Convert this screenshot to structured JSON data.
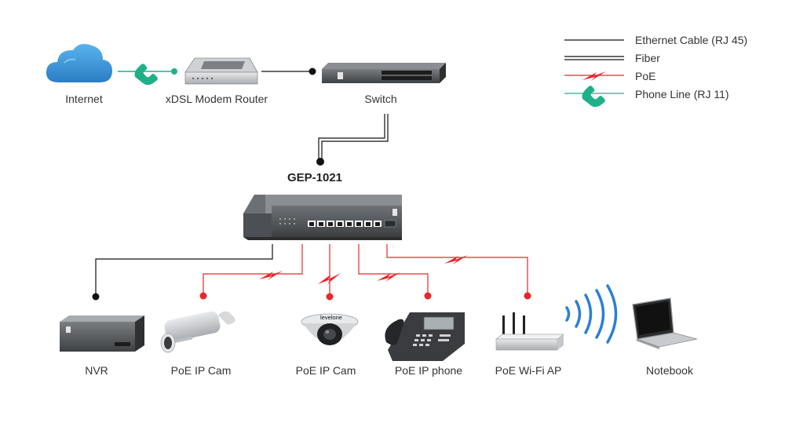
{
  "title": "GEP-1021",
  "colors": {
    "ethernet": "#111111",
    "poe": "#e8262c",
    "phone": "#1fb08a",
    "wifi": "#2b7fd6",
    "cloud": "#3a9ad9"
  },
  "nodes": {
    "internet": "Internet",
    "modem": "xDSL Modem Router",
    "switch": "Switch",
    "nvr": "NVR",
    "cam1": "PoE IP Cam",
    "cam2": "PoE IP Cam",
    "phone": "PoE IP phone",
    "ap": "PoE Wi-Fi AP",
    "notebook": "Notebook"
  },
  "legend": {
    "ethernet": "Ethernet Cable (RJ 45)",
    "fiber": "Fiber",
    "poe": "PoE",
    "phone": "Phone Line (RJ 11)"
  },
  "device_labels": {
    "cam_brand": "levelone"
  }
}
